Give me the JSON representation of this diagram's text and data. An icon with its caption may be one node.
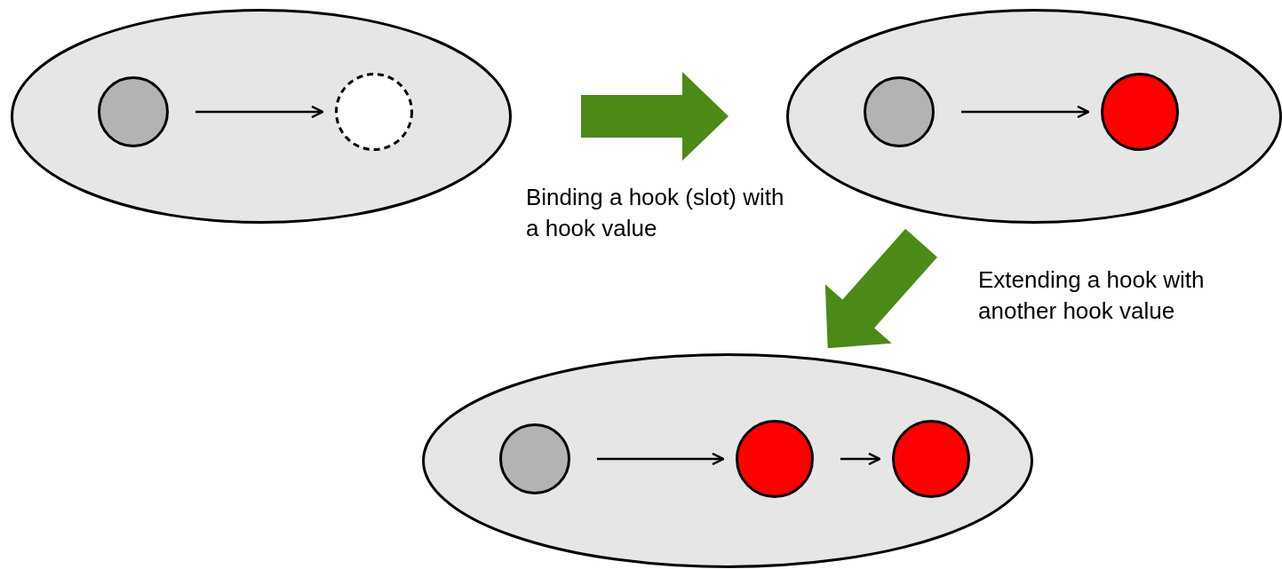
{
  "diagram": {
    "nodes": [
      {
        "text": [],
        "shape": "ellipse"
      },
      {
        "text": [],
        "shape": "circle",
        "in": 0
      },
      {
        "text": [],
        "shape": "circle",
        "in": 0
      },
      {
        "text": [],
        "shape": "ellipse"
      },
      {
        "text": [],
        "shape": "circle",
        "in": 3
      },
      {
        "text": [],
        "shape": "circle",
        "in": 3
      },
      {
        "text": [],
        "shape": "ellipse"
      },
      {
        "text": [],
        "shape": "circle",
        "in": 6
      },
      {
        "text": [],
        "shape": "circle",
        "in": 6
      },
      {
        "text": [],
        "shape": "circle",
        "in": 6
      }
    ],
    "edges": [
      {
        "from": 1,
        "to": 2,
        "arrow": "to"
      },
      {
        "from": 0,
        "to": 3,
        "arrow": "to",
        "label": "Binding a hook (slot) with a hook value",
        "style": "thick",
        "color": "#4b8a17"
      },
      {
        "from": 4,
        "to": 5,
        "arrow": "to"
      },
      {
        "from": 3,
        "to": 6,
        "arrow": "to",
        "label": "Extending a hook with another hook value",
        "style": "thick",
        "color": "#4b8a17"
      },
      {
        "from": 7,
        "to": 8,
        "arrow": "to"
      },
      {
        "from": 8,
        "to": 9,
        "arrow": "to"
      }
    ]
  }
}
